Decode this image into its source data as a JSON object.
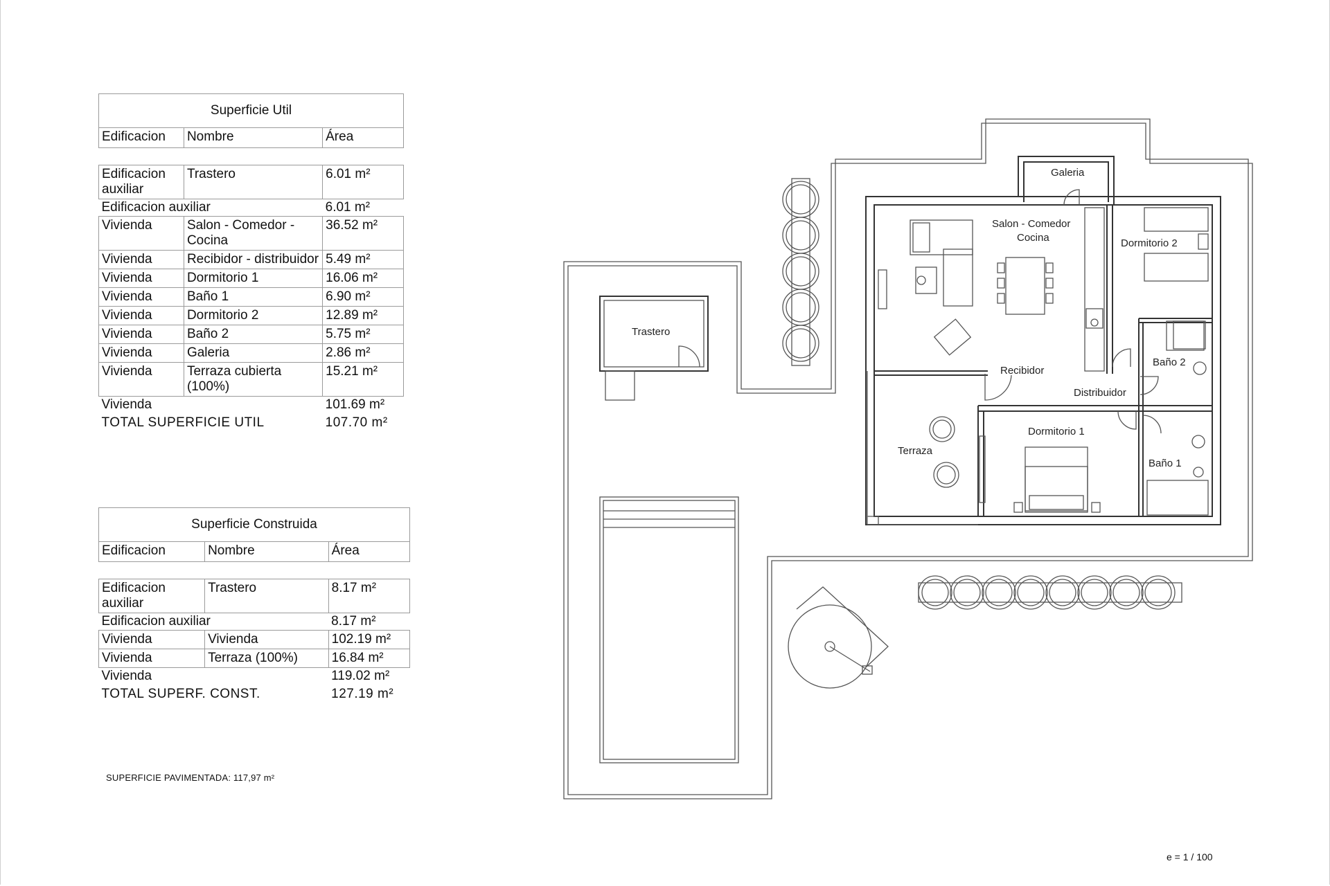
{
  "superficie_util": {
    "title": "Superficie Util",
    "headers": [
      "Edificacion",
      "Nombre",
      "Área"
    ],
    "rows": [
      {
        "edificacion": "Edificacion auxiliar",
        "nombre": "Trastero",
        "area": "6.01 m²"
      }
    ],
    "subtotal_aux": {
      "label": "Edificacion auxiliar",
      "area": "6.01 m²"
    },
    "rows_vivienda": [
      {
        "edificacion": "Vivienda",
        "nombre": "Salon - Comedor - Cocina",
        "area": "36.52 m²"
      },
      {
        "edificacion": "Vivienda",
        "nombre": "Recibidor - distribuidor",
        "area": "5.49 m²"
      },
      {
        "edificacion": "Vivienda",
        "nombre": "Dormitorio 1",
        "area": "16.06 m²"
      },
      {
        "edificacion": "Vivienda",
        "nombre": "Baño 1",
        "area": "6.90 m²"
      },
      {
        "edificacion": "Vivienda",
        "nombre": "Dormitorio 2",
        "area": "12.89 m²"
      },
      {
        "edificacion": "Vivienda",
        "nombre": "Baño 2",
        "area": "5.75 m²"
      },
      {
        "edificacion": "Vivienda",
        "nombre": "Galeria",
        "area": "2.86 m²"
      },
      {
        "edificacion": "Vivienda",
        "nombre": "Terraza cubierta (100%)",
        "area": "15.21 m²"
      }
    ],
    "subtotal_viv": {
      "label": "Vivienda",
      "area": "101.69 m²"
    },
    "total": {
      "label": "TOTAL SUPERFICIE UTIL",
      "area": "107.70 m²"
    }
  },
  "superficie_construida": {
    "title": "Superficie Construida",
    "headers": [
      "Edificacion",
      "Nombre",
      "Área"
    ],
    "rows": [
      {
        "edificacion": "Edificacion auxiliar",
        "nombre": "Trastero",
        "area": "8.17 m²"
      }
    ],
    "subtotal_aux": {
      "label": "Edificacion auxiliar",
      "area": "8.17 m²"
    },
    "rows_vivienda": [
      {
        "edificacion": "Vivienda",
        "nombre": "Vivienda",
        "area": "102.19 m²"
      },
      {
        "edificacion": "Vivienda",
        "nombre": "Terraza (100%)",
        "area": "16.84 m²"
      }
    ],
    "subtotal_viv": {
      "label": "Vivienda",
      "area": "119.02 m²"
    },
    "total": {
      "label": "TOTAL SUPERF. CONST.",
      "area": "127.19 m²"
    }
  },
  "superficie_pavimentada": "SUPERFICIE PAVIMENTADA: 117,97 m²",
  "scale": "e = 1 / 100",
  "plan_labels": {
    "trastero": "Trastero",
    "galeria": "Galeria",
    "salon_line1": "Salon - Comedor",
    "salon_line2": "Cocina",
    "dormitorio2": "Dormitorio 2",
    "bano2": "Baño 2",
    "recibidor": "Recibidor",
    "distribuidor": "Distribuidor",
    "dormitorio1": "Dormitorio 1",
    "bano1": "Baño 1",
    "terraza": "Terraza"
  },
  "colors": {
    "wall": "#333333",
    "wall_fill": "#d9d9d9",
    "line": "#555555",
    "table_border": "#9a9a9a"
  }
}
